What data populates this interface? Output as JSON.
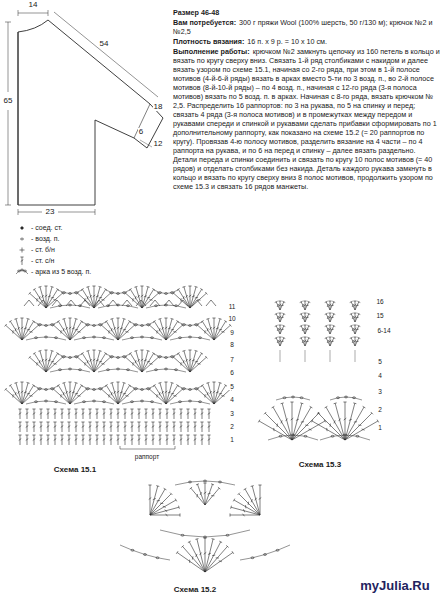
{
  "diagram": {
    "labels": [
      "14",
      "54",
      "18",
      "65",
      "6",
      "12",
      "23",
      "Размер 46-48",
      "Вам потребуется:",
      "300 г пряжи Wool (100% шерсть, 50 г/130 м); крючок №2 и №2,5",
      "Плотность вязания:",
      "16 п. х 9 р. = 10 х 10 см.",
      "Выполнение работы:",
      "крючком №2 замкнуть цепочку из 160 петель в кольцо и вязать по кругу сверху вниз. Связать 1-й ряд столбиками с накидом и далее вязать узором по схеме 15.1, начиная со 2-го ряда, при этом в 1-й полосе мотивов (4-й-6-й ряды) вязать в арках вместо 5-ти по 3 возд. п., во 2-й полосе мотивов (8-й-10-й ряды) – по 4 возд. п., начиная с 12-го ряда (3-я полоса мотивов) вязать по 5 возд. п. в арках. Начиная с 8-го ряда, вязать крючком № 2,5. Распределить 16 раппортов: по 3 на рукава, по 5 на спинку и перед; связать 4 ряда (3-я полоса мотивов) и в промежутках между передом и рукавами спереди и спинкой и рукавами сделать прибавки сформировать по 1 дополнительному раппорту, как показано на схеме 15.2 (= 20 раппортов по кругу). Провязав 4-ю полосу мотивов, разделить вязание на 4 части – по 4 раппорта на рукава, и по 6 на перед и спинку – далее вязать раздельно. Детали переда и спинки соединить и связать по кругу 10 полос мотивов (= 40 рядов) и отделать столбиками без накида. Деталь каждого рукава замкнуть в кольцо и вязать по кругу сверху вниз 8 полос мотивов, продолжить узором по схеме 15.3 и связать 16 рядов манжеты.",
      "11",
      "10",
      "9",
      "8",
      "7",
      "6",
      "5",
      "4",
      "3",
      "2",
      "1",
      "раппорт",
      "Схема 15.1",
      "16",
      "15",
      "6-14",
      "5",
      "4",
      "3",
      "2",
      "1",
      "Схема 15.3",
      "Схема 15.2",
      "myJulia.Ru"
    ],
    "legend": [
      {
        "text": "- соед. ст."
      },
      {
        "text": "- возд. п."
      },
      {
        "text": "- ст. б/н"
      },
      {
        "text": "- ст. с/н"
      },
      {
        "text": "- арка из 5 возд. п."
      }
    ]
  }
}
